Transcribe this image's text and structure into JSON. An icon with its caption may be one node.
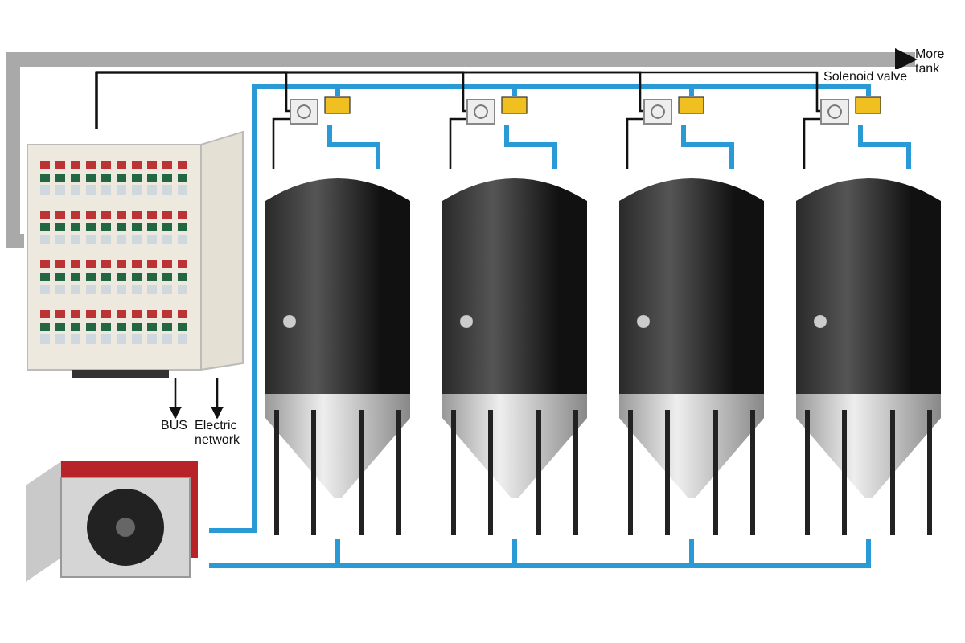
{
  "diagram": {
    "nodes": [
      {
        "text": [
          "More tank"
        ]
      },
      {
        "text": [],
        "shape": "box"
      },
      {
        "text": [],
        "shape": "box"
      },
      {
        "text": [],
        "shape": "box"
      },
      {
        "text": [],
        "shape": "box"
      },
      {
        "text": [],
        "shape": "picture"
      },
      {
        "text": [],
        "shape": "picture"
      },
      {
        "text": [],
        "shape": "picture"
      },
      {
        "text": [],
        "shape": "picture"
      },
      {
        "text": [],
        "shape": "picture"
      },
      {
        "text": [
          "BUS"
        ]
      },
      {
        "text": [
          "Electric network"
        ]
      },
      {
        "text": [],
        "shape": "picture"
      }
    ],
    "edges": [
      {
        "from": 5,
        "to": 0,
        "arrow": "to",
        "style": "thick",
        "color": "#a9a9a9"
      },
      {
        "from": 5,
        "to": 10,
        "arrow": "to",
        "color": "#111111"
      },
      {
        "from": 5,
        "to": 11,
        "arrow": "to",
        "color": "#111111"
      },
      {
        "from": 12,
        "to": 1,
        "arrow": "none"
      },
      {
        "from": 12,
        "to": 2,
        "arrow": "none"
      },
      {
        "from": 12,
        "to": 3,
        "arrow": "none"
      },
      {
        "from": 12,
        "to": 4,
        "arrow": "none"
      },
      {
        "from": 1,
        "to": 6,
        "arrow": "none"
      },
      {
        "from": 2,
        "to": 7,
        "arrow": "none"
      },
      {
        "from": 3,
        "to": 8,
        "arrow": "none"
      },
      {
        "from": 4,
        "to": 9,
        "arrow": "none"
      },
      {
        "from": 1,
        "to": 6,
        "arrow": "none",
        "color": "#111111"
      },
      {
        "from": 2,
        "to": 7,
        "arrow": "none",
        "color": "#111111"
      },
      {
        "from": 3,
        "to": 8,
        "arrow": "none",
        "color": "#111111"
      },
      {
        "from": 4,
        "to": 9,
        "arrow": "none",
        "color": "#111111"
      },
      {
        "from": 12,
        "to": 6,
        "arrow": "none"
      },
      {
        "from": 12,
        "to": 7,
        "arrow": "none"
      },
      {
        "from": 12,
        "to": 8,
        "arrow": "none"
      },
      {
        "from": 12,
        "to": 9,
        "arrow": "none"
      },
      {
        "from": 5,
        "to": 1,
        "arrow": "none",
        "color": "#111111"
      },
      {
        "from": 5,
        "to": 2,
        "arrow": "none",
        "color": "#111111"
      },
      {
        "from": 5,
        "to": 3,
        "arrow": "none",
        "color": "#111111"
      },
      {
        "from": 5,
        "to": 4,
        "arrow": "none",
        "color": "#111111"
      }
    ],
    "labels": [
      "Solenoid valve"
    ]
  }
}
